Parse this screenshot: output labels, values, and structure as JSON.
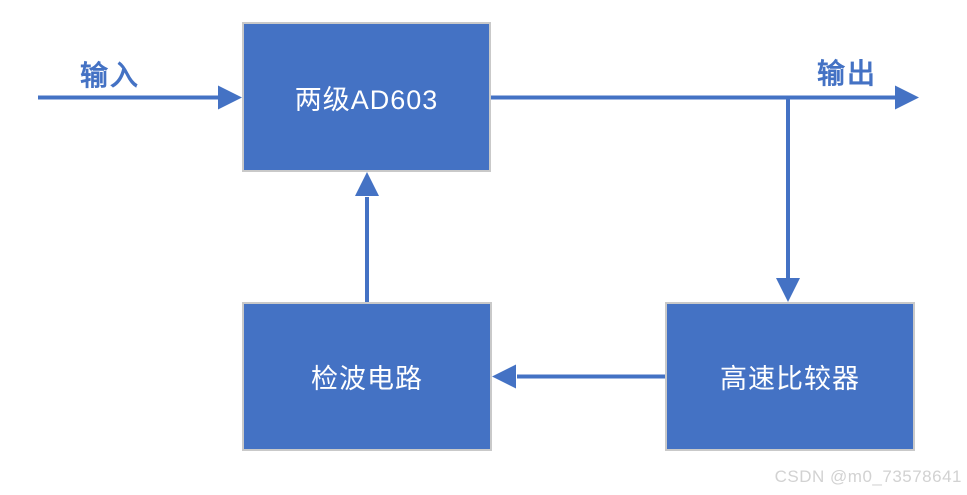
{
  "diagram": {
    "boxes": {
      "ad603": {
        "label": "两级AD603"
      },
      "detector": {
        "label": "检波电路"
      },
      "comparator": {
        "label": "高速比较器"
      }
    },
    "labels": {
      "input": "输入",
      "output": "输出"
    },
    "arrows": [
      {
        "name": "input-arrow",
        "from": "input-label",
        "to": "ad603",
        "direction": "right"
      },
      {
        "name": "output-arrow",
        "from": "ad603",
        "to": "output",
        "direction": "right"
      },
      {
        "name": "output-branch-down-arrow",
        "from": "output-line",
        "to": "comparator",
        "direction": "down"
      },
      {
        "name": "comparator-to-detector-arrow",
        "from": "comparator",
        "to": "detector",
        "direction": "left"
      },
      {
        "name": "detector-to-ad603-arrow",
        "from": "detector",
        "to": "ad603",
        "direction": "up"
      }
    ],
    "colors": {
      "accent": "#4472C4",
      "box_fill": "#4472C4",
      "box_border": "#C9C9C9",
      "box_text": "#FFFFFF",
      "watermark": "#D2D2D2",
      "background": "#FFFFFF"
    },
    "watermark": "CSDN @m0_73578641"
  }
}
